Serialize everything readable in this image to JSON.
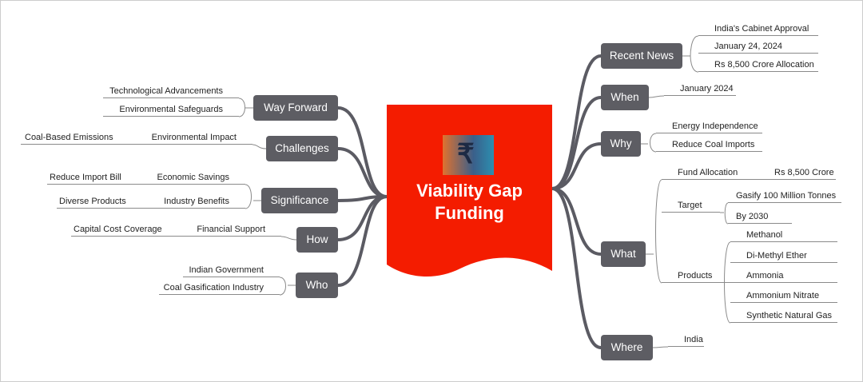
{
  "central": {
    "title_line1": "Viability Gap",
    "title_line2": "Funding",
    "image_icon": "rupee-industry-image",
    "color": "#f41c00"
  },
  "right": {
    "recent_news": {
      "label": "Recent News",
      "children": [
        "India's Cabinet Approval",
        "January 24, 2024",
        "Rs 8,500 Crore Allocation"
      ]
    },
    "when": {
      "label": "When",
      "children": [
        "January 2024"
      ]
    },
    "why": {
      "label": "Why",
      "children": [
        "Energy Independence",
        "Reduce Coal Imports"
      ]
    },
    "what": {
      "label": "What",
      "fund_allocation": {
        "label": "Fund Allocation",
        "value": "Rs 8,500 Crore"
      },
      "target": {
        "label": "Target",
        "children": [
          "Gasify 100 Million Tonnes",
          "By 2030"
        ]
      },
      "products": {
        "label": "Products",
        "children": [
          "Methanol",
          "Di-Methyl Ether",
          "Ammonia",
          "Ammonium Nitrate",
          "Synthetic Natural Gas"
        ]
      }
    },
    "where": {
      "label": "Where",
      "children": [
        "India"
      ]
    }
  },
  "left": {
    "way_forward": {
      "label": "Way Forward",
      "children": [
        "Technological Advancements",
        "Environmental Safeguards"
      ]
    },
    "challenges": {
      "label": "Challenges",
      "child": "Environmental Impact",
      "grandchild": "Coal-Based Emissions"
    },
    "significance": {
      "label": "Significance",
      "children": [
        {
          "label": "Economic Savings",
          "child": "Reduce Import Bill"
        },
        {
          "label": "Industry Benefits",
          "child": "Diverse Products"
        }
      ]
    },
    "how": {
      "label": "How",
      "child": "Financial Support",
      "grandchild": "Capital Cost Coverage"
    },
    "who": {
      "label": "Who",
      "children": [
        "Indian Government",
        "Coal Gasification Industry"
      ]
    }
  }
}
